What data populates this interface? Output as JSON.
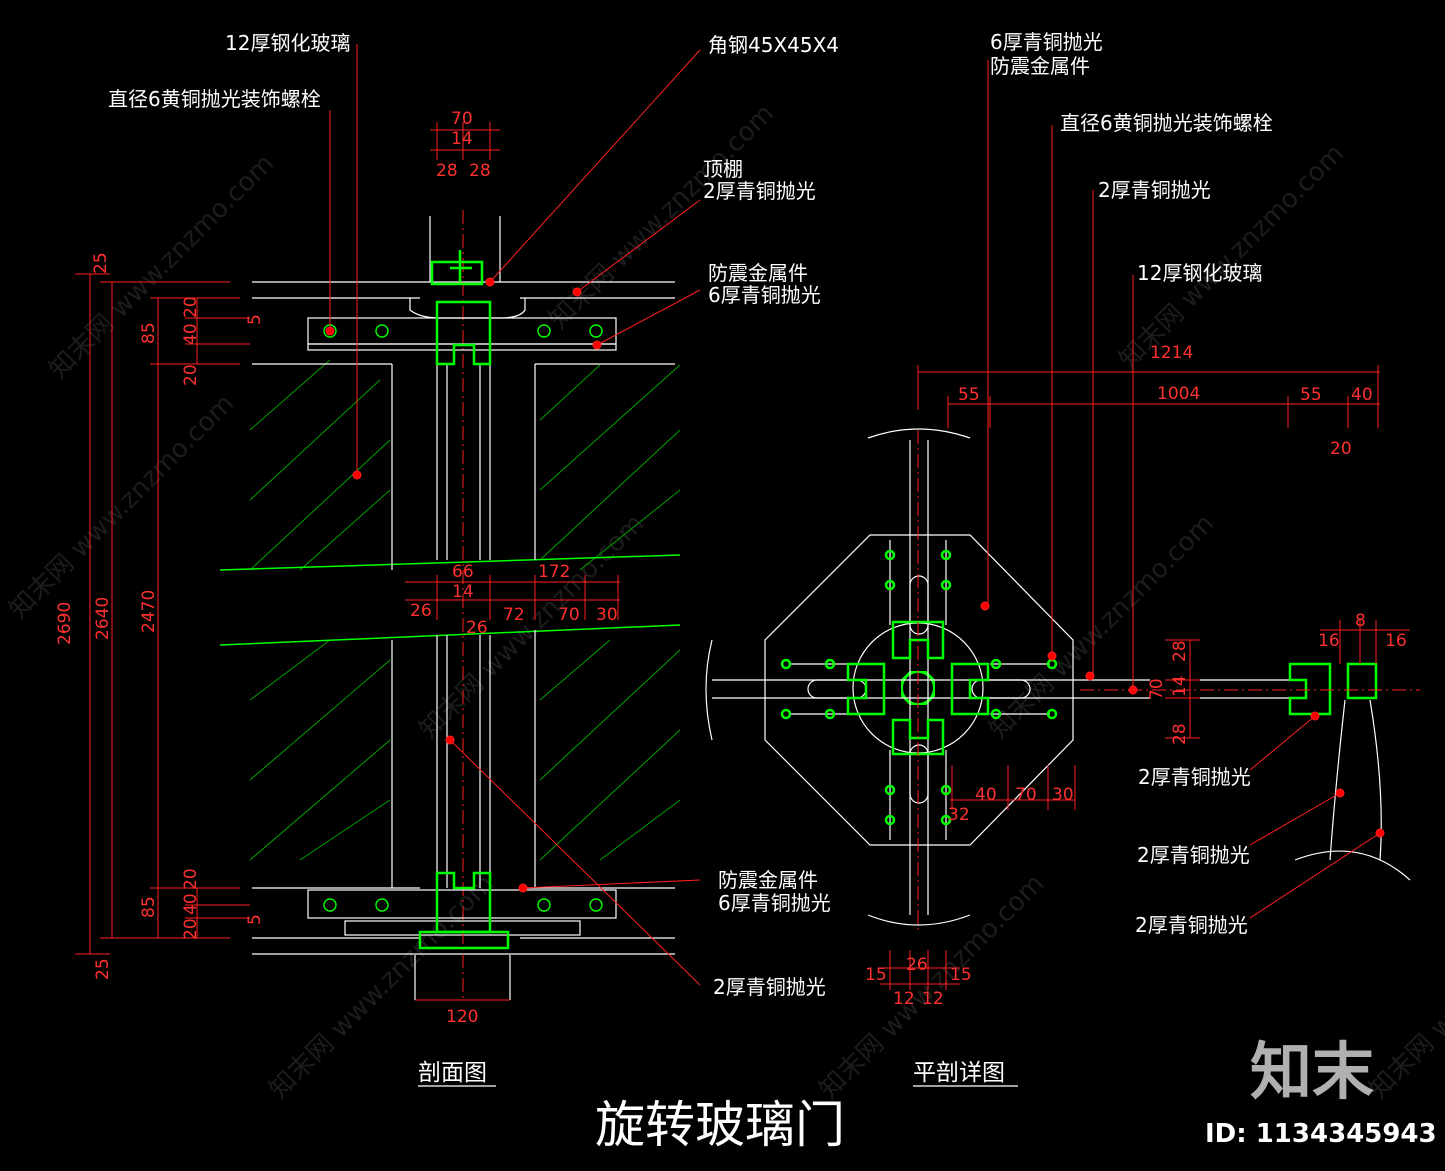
{
  "left_labels": {
    "glass_12": "12厚钢化玻璃",
    "bolt_6": "直径6黄铜抛光装饰螺栓",
    "angle_steel": "角钢45X45X4",
    "ceiling": "顶棚",
    "bronze_2_top": "2厚青铜抛光",
    "seismic_top_1": "防震金属件",
    "seismic_top_2": "6厚青铜抛光",
    "seismic_bot_1": "防震金属件",
    "seismic_bot_2": "6厚青铜抛光",
    "bronze_2_bot": "2厚青铜抛光"
  },
  "right_labels": {
    "bronze_6_1": "6厚青铜抛光",
    "bronze_6_2": "防震金属件",
    "bolt_6": "直径6黄铜抛光装饰螺栓",
    "bronze_2_a": "2厚青铜抛光",
    "glass_12": "12厚钢化玻璃",
    "bronze_2_b": "2厚青铜抛光",
    "bronze_2_c": "2厚青铜抛光",
    "bronze_2_d": "2厚青铜抛光"
  },
  "left_dims": {
    "d70": "70",
    "d14": "14",
    "d28a": "28",
    "d28b": "28",
    "v25a": "25",
    "v20a": "20",
    "v5a": "5",
    "v40a": "40",
    "v85a": "85",
    "v20b": "20",
    "v2690": "2690",
    "v2640": "2640",
    "v2470": "2470",
    "v20c": "20",
    "v85b": "85",
    "v40b": "40",
    "v20d": "20",
    "v5b": "5",
    "v25b": "25",
    "m66": "66",
    "m172": "172",
    "m14": "14",
    "m26a": "26",
    "m72": "72",
    "m70": "70",
    "m30": "30",
    "m26b": "26",
    "b120": "120"
  },
  "right_dims": {
    "w1214": "1214",
    "w55a": "55",
    "w1004": "1004",
    "w55b": "55",
    "w40": "40",
    "w20": "20",
    "h28a": "28",
    "h70": "70",
    "h14": "14",
    "h28b": "28",
    "s16a": "16",
    "s8": "8",
    "s16b": "16",
    "p40": "40",
    "p70": "70",
    "p30": "30",
    "p32": "32",
    "q15a": "15",
    "q26": "26",
    "q15b": "15",
    "q12a": "12",
    "q12b": "12"
  },
  "titles": {
    "section": "剖面图",
    "plan": "平剖详图",
    "main": "旋转玻璃门"
  },
  "watermark": {
    "text": "知末网 www.znzmo.com",
    "logo": "知末",
    "id": "ID: 1134345943"
  },
  "colors": {
    "outline": "#ffffff",
    "metal": "#00ff00",
    "dimension": "#ff2020",
    "hatch": "#00b400",
    "background": "#000000"
  }
}
